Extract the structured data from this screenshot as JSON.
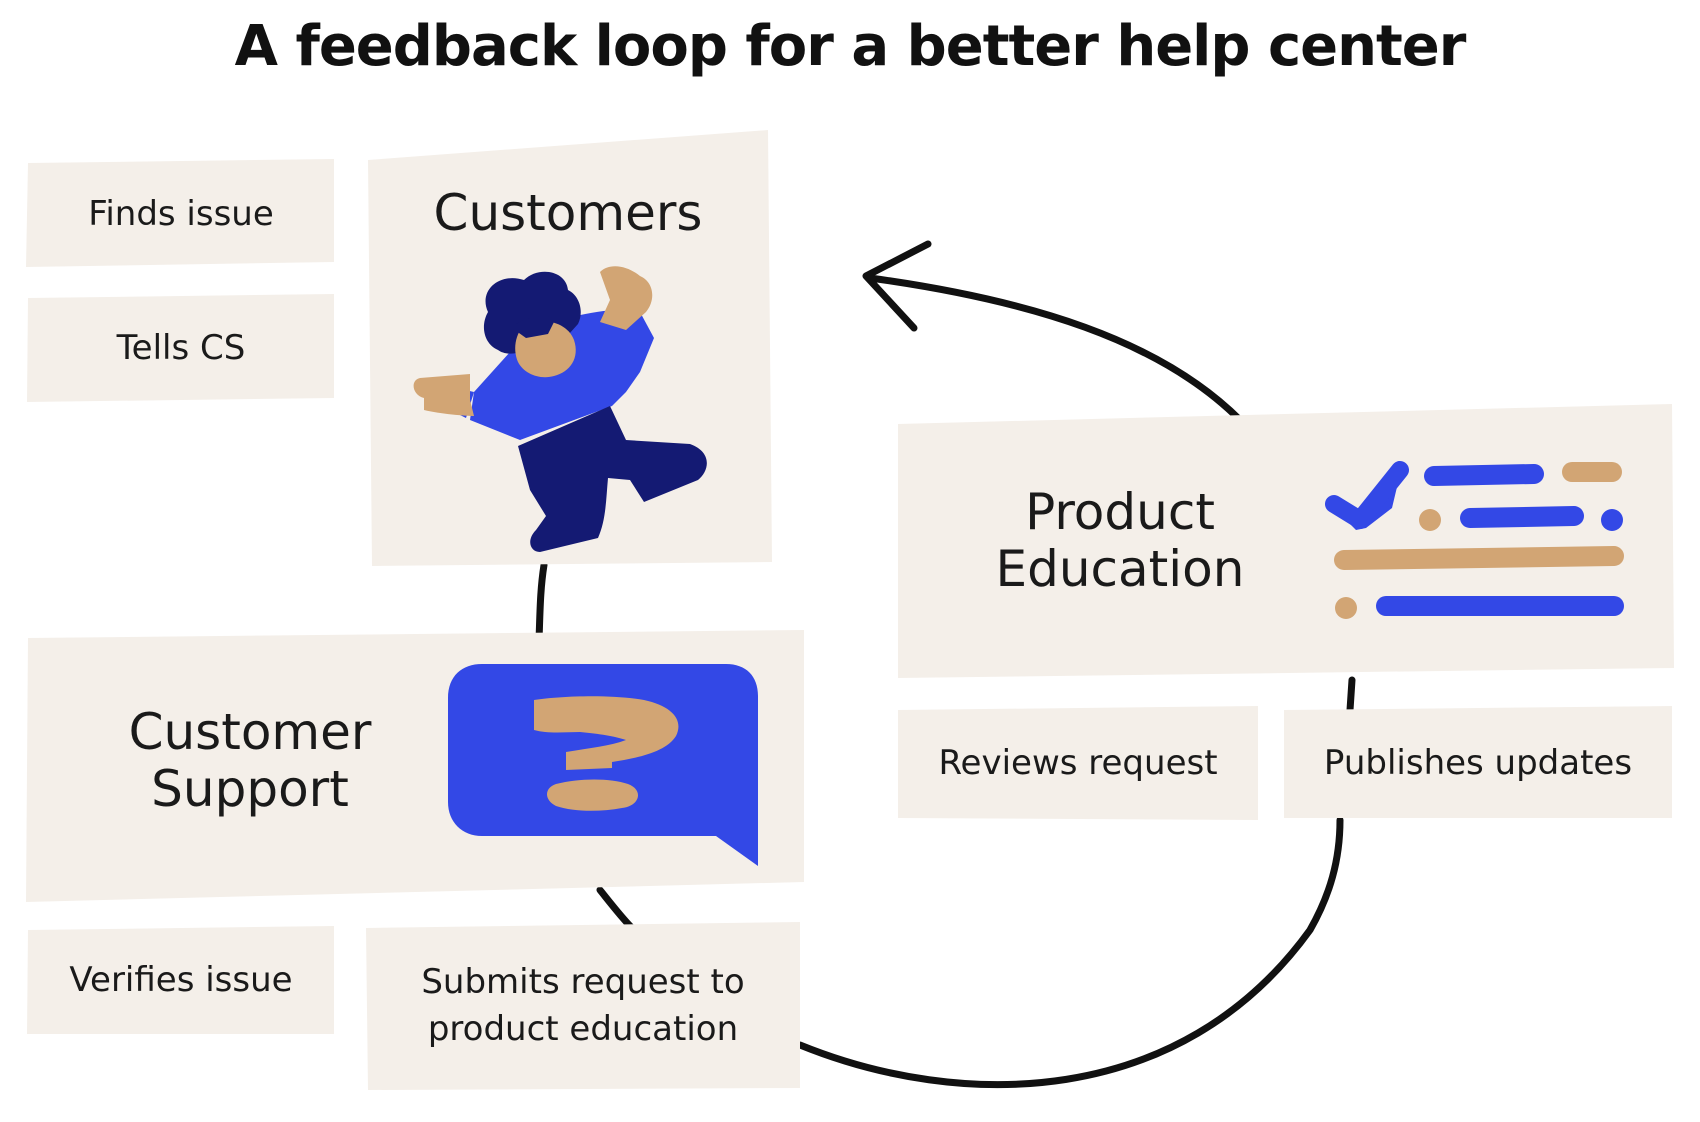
{
  "title": "A feedback loop for a better help center",
  "groups": {
    "customers": "Customers",
    "customer_support_line1": "Customer",
    "customer_support_line2": "Support",
    "product_education_line1": "Product",
    "product_education_line2": "Education"
  },
  "steps": {
    "finds_issue": "Finds issue",
    "tells_cs": "Tells CS",
    "verifies_issue": "Verifies issue",
    "submits_request_line1": "Submits request to",
    "submits_request_line2": "product education",
    "reviews_request": "Reviews request",
    "publishes_updates": "Publishes updates"
  },
  "colors": {
    "card": "#f4efe9",
    "blue": "#3348e6",
    "navy": "#141a73",
    "tan": "#d2a574",
    "ink": "#111111"
  },
  "icons": {
    "customer_illustration": "person-jumping-icon",
    "support_illustration": "question-speech-bubble-icon",
    "education_illustration": "checklist-icon",
    "loop_arrow": "arrow-head-icon"
  }
}
